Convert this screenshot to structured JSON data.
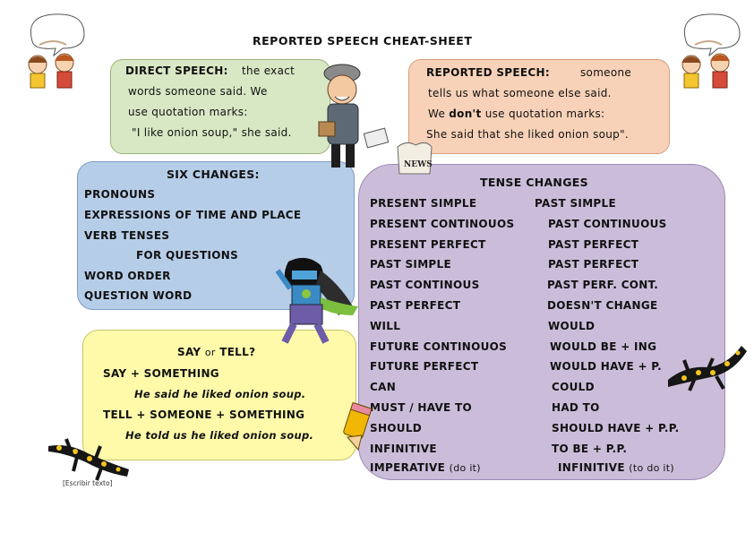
{
  "title": "REPORTED SPEECH CHEAT-SHEET",
  "direct": {
    "label": "DIRECT SPEECH:",
    "line1_rest": "the exact",
    "line2": "words someone said. We",
    "line3": "use quotation marks:",
    "line4": "\"I like onion soup,\" she said."
  },
  "reported": {
    "label": "REPORTED SPEECH:",
    "line1_rest": "someone",
    "line2": "tells us what someone else said.",
    "line3_pre": "We",
    "line3_strong": "don't",
    "line3_post": "use quotation marks:",
    "line4": "She said that she liked onion soup\"."
  },
  "six_changes": {
    "heading": "SIX CHANGES:",
    "items": [
      "PRONOUNS",
      "EXPRESSIONS OF TIME AND PLACE",
      "VERB TENSES"
    ],
    "subheading": "FOR QUESTIONS",
    "question_items": [
      "WORD ORDER",
      "QUESTION WORD"
    ]
  },
  "tense_changes": {
    "heading": "TENSE CHANGES",
    "rows": [
      [
        "PRESENT SIMPLE",
        "PAST SIMPLE"
      ],
      [
        "PRESENT CONTINOUOS",
        "PAST CONTINUOUS"
      ],
      [
        "PRESENT PERFECT",
        "PAST PERFECT"
      ],
      [
        "PAST SIMPLE",
        "PAST PERFECT"
      ],
      [
        "PAST CONTINOUS",
        "PAST PERF. CONT."
      ],
      [
        "PAST PERFECT",
        "DOESN'T CHANGE"
      ],
      [
        "WILL",
        "WOULD"
      ],
      [
        "FUTURE CONTINOUOS",
        "WOULD BE + ING"
      ],
      [
        "FUTURE PERFECT",
        "WOULD HAVE + P."
      ],
      [
        "CAN",
        "COULD"
      ],
      [
        "MUST / HAVE TO",
        "HAD TO"
      ],
      [
        "SHOULD",
        "SHOULD HAVE + P.P."
      ],
      [
        "INFINITIVE",
        "TO BE + P.P."
      ]
    ],
    "last_left": "IMPERATIVE",
    "last_left_note": "(do it)",
    "last_right": "INFINITIVE",
    "last_right_note": "(to do it)"
  },
  "say_tell": {
    "heading_say": "SAY",
    "heading_or": "or",
    "heading_tell": "TELL?",
    "line1": "SAY + SOMETHING",
    "example1": "He said he liked onion soup.",
    "line2": "TELL + SOMEONE + SOMETHING",
    "example2": "He told us he liked onion soup."
  },
  "news_label": "NEWS",
  "footer_placeholder": "[Escribir texto]",
  "colors": {
    "direct_bg": "#d8e8c4",
    "reported_bg": "#f8d2b8",
    "six_bg": "#b6cde8",
    "tense_bg": "#cbbdda",
    "say_bg": "#fefaaa"
  }
}
